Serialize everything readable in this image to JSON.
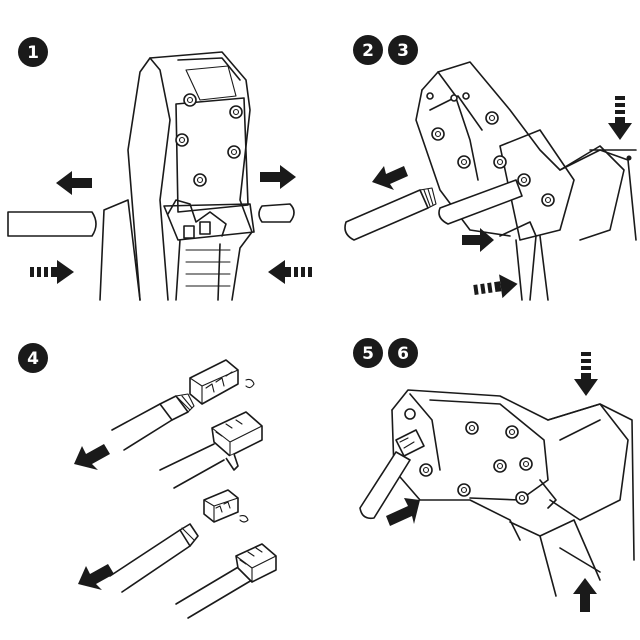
{
  "steps": [
    {
      "id": "step-1",
      "badges": [
        "1"
      ]
    },
    {
      "id": "step-2-3",
      "badges": [
        "2",
        "3"
      ]
    },
    {
      "id": "step-4",
      "badges": [
        "4"
      ]
    },
    {
      "id": "step-5-6",
      "badges": [
        "5",
        "6"
      ]
    }
  ],
  "colors": {
    "ink": "#1a1a1a",
    "paper": "#ffffff"
  }
}
